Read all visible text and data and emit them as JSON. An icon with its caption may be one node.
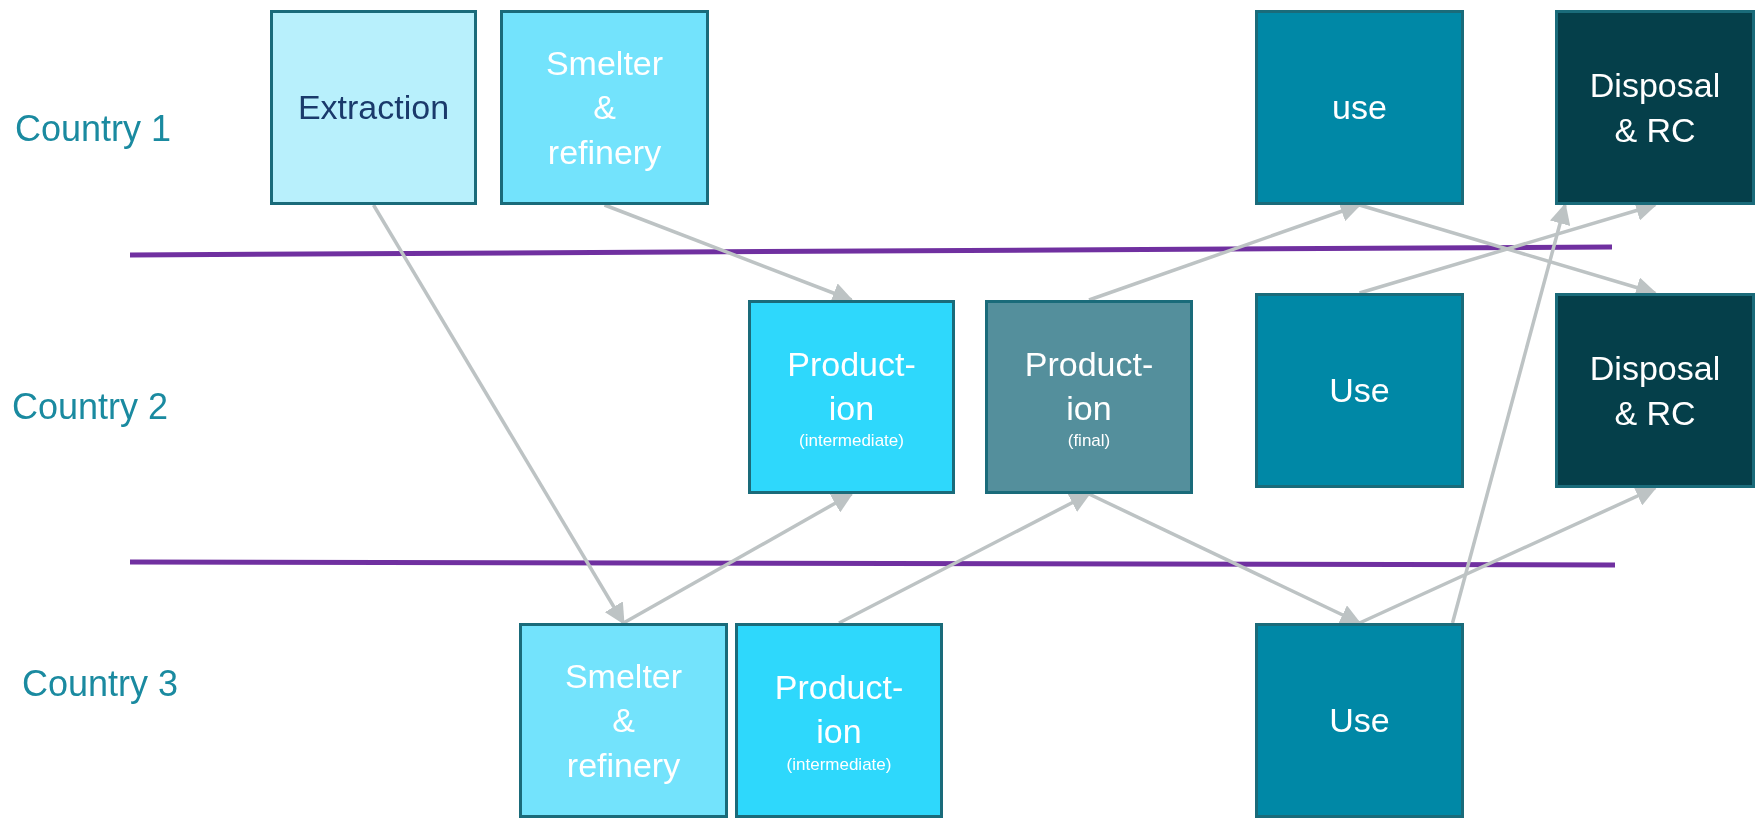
{
  "diagram": {
    "nodes": [
      {
        "text": [
          "Extraction"
        ]
      },
      {
        "text": [
          "Smelter & refinery"
        ]
      },
      {
        "text": [
          "use"
        ]
      },
      {
        "text": [
          "Disposal & RC"
        ]
      },
      {
        "text": [
          "Product- ion",
          "(intermediate)"
        ]
      },
      {
        "text": [
          "Product- ion",
          "(final)"
        ]
      },
      {
        "text": [
          "Use"
        ]
      },
      {
        "text": [
          "Disposal & RC"
        ]
      },
      {
        "text": [
          "Smelter & refinery"
        ]
      },
      {
        "text": [
          "Product- ion",
          "(intermediate)"
        ]
      },
      {
        "text": [
          "Use"
        ]
      }
    ],
    "edges": [
      {
        "from": 0,
        "to": 8,
        "arrow": "to"
      },
      {
        "from": 1,
        "to": 4,
        "arrow": "to"
      },
      {
        "from": 8,
        "to": 4,
        "arrow": "to"
      },
      {
        "from": 9,
        "to": 5,
        "arrow": "to"
      },
      {
        "from": 5,
        "to": 2,
        "arrow": "to"
      },
      {
        "from": 2,
        "to": 7,
        "arrow": "to"
      },
      {
        "from": 6,
        "to": 3,
        "arrow": "to"
      },
      {
        "from": 5,
        "to": 10,
        "arrow": "to"
      },
      {
        "from": 10,
        "to": 3,
        "arrow": "to"
      },
      {
        "from": 10,
        "to": 7,
        "arrow": "to"
      }
    ],
    "labels": [
      "Country 1",
      "Country 2",
      "Country 3"
    ]
  }
}
